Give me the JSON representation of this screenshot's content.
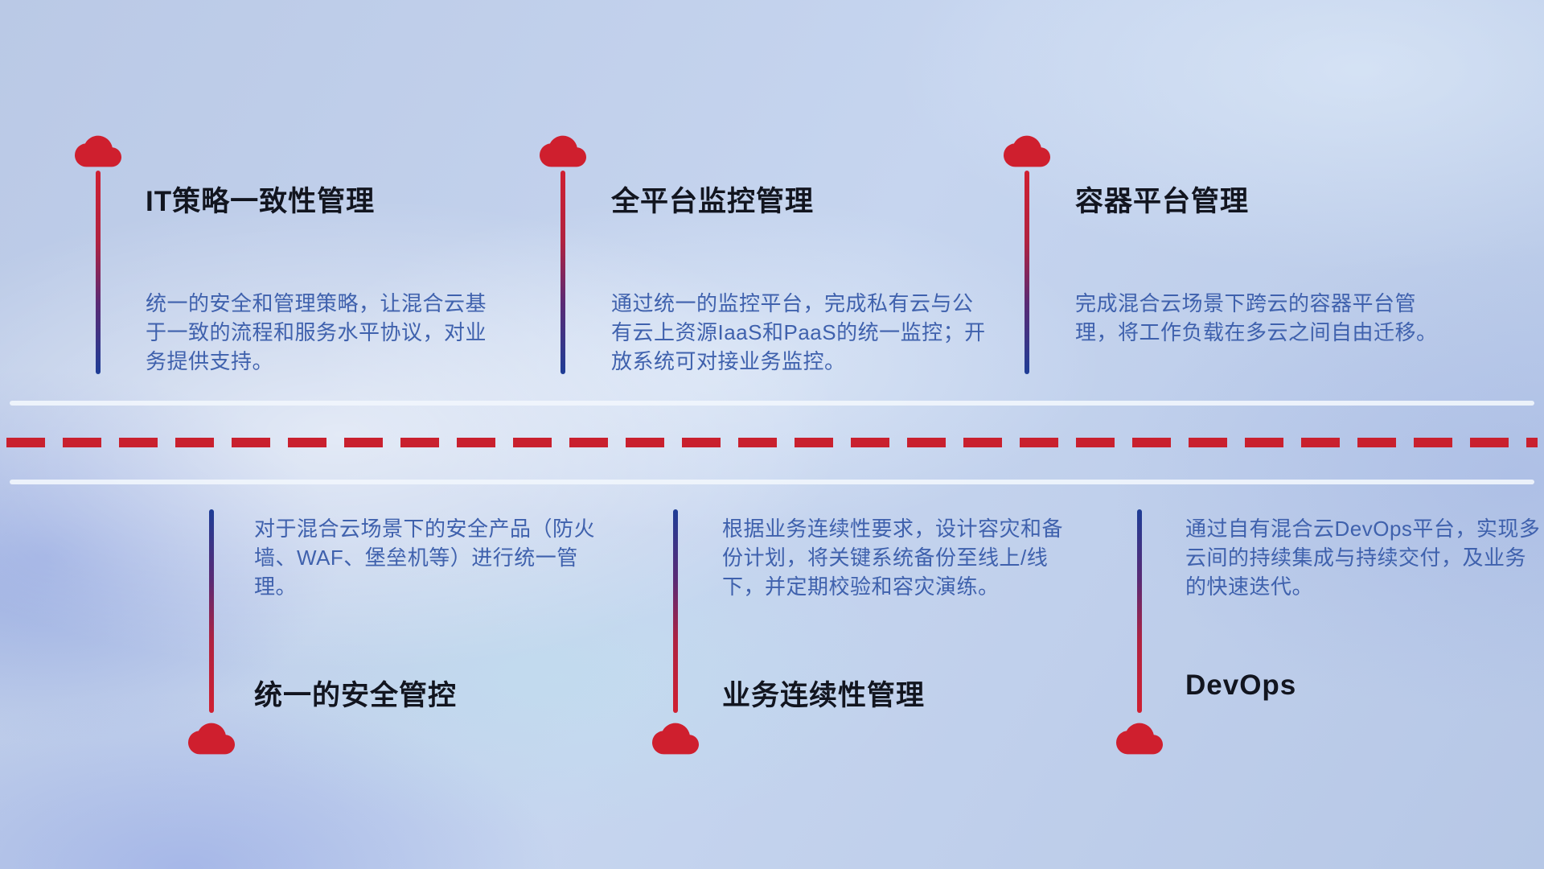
{
  "palette": {
    "accent_red": "#cf1f2e",
    "accent_blue": "#1e3d96",
    "title_text": "#12151f",
    "desc_text": "#3f61ad",
    "divider_light": "#f0f5fc"
  },
  "icons": {
    "cloud": "cloud-icon"
  },
  "top_row": [
    {
      "title": "IT策略一致性管理",
      "desc": "统一的安全和管理策略，让混合云基于一致的流程和服务水平协议，对业务提供支持。"
    },
    {
      "title": "全平台监控管理",
      "desc": "通过统一的监控平台，完成私有云与公有云上资源IaaS和PaaS的统一监控；开放系统可对接业务监控。"
    },
    {
      "title": "容器平台管理",
      "desc": "完成混合云场景下跨云的容器平台管理，将工作负载在多云之间自由迁移。"
    }
  ],
  "bottom_row": [
    {
      "title": "统一的安全管控",
      "desc": "对于混合云场景下的安全产品（防火墙、WAF、堡垒机等）进行统一管理。"
    },
    {
      "title": "业务连续性管理",
      "desc": "根据业务连续性要求，设计容灾和备份计划，将关键系统备份至线上/线下，并定期校验和容灾演练。"
    },
    {
      "title": "DevOps",
      "desc": "通过自有混合云DevOps平台，实现多云间的持续集成与持续交付，及业务的快速迭代。"
    }
  ]
}
